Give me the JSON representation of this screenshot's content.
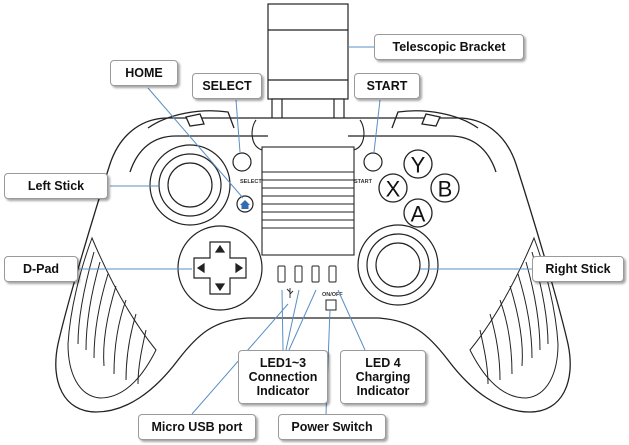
{
  "labels": {
    "telescopic_bracket": "Telescopic Bracket",
    "home": "HOME",
    "select": "SELECT",
    "start": "START",
    "left_stick": "Left Stick",
    "d_pad": "D-Pad",
    "right_stick": "Right Stick",
    "led_connection": "LED1~3\nConnection\nIndicator",
    "led_charging": "LED 4\nCharging\nIndicator",
    "micro_usb": "Micro USB port",
    "power_switch": "Power Switch"
  },
  "controller_print": {
    "select": "SELECT",
    "start": "START",
    "on_off": "ON/OFF"
  },
  "face_buttons": {
    "y": "Y",
    "x": "X",
    "b": "B",
    "a": "A"
  },
  "colors": {
    "outline": "#222222",
    "callout_border": "#9a9a9a",
    "leader_line": "#5a8fc4",
    "home_accent": "#2f6db5"
  }
}
